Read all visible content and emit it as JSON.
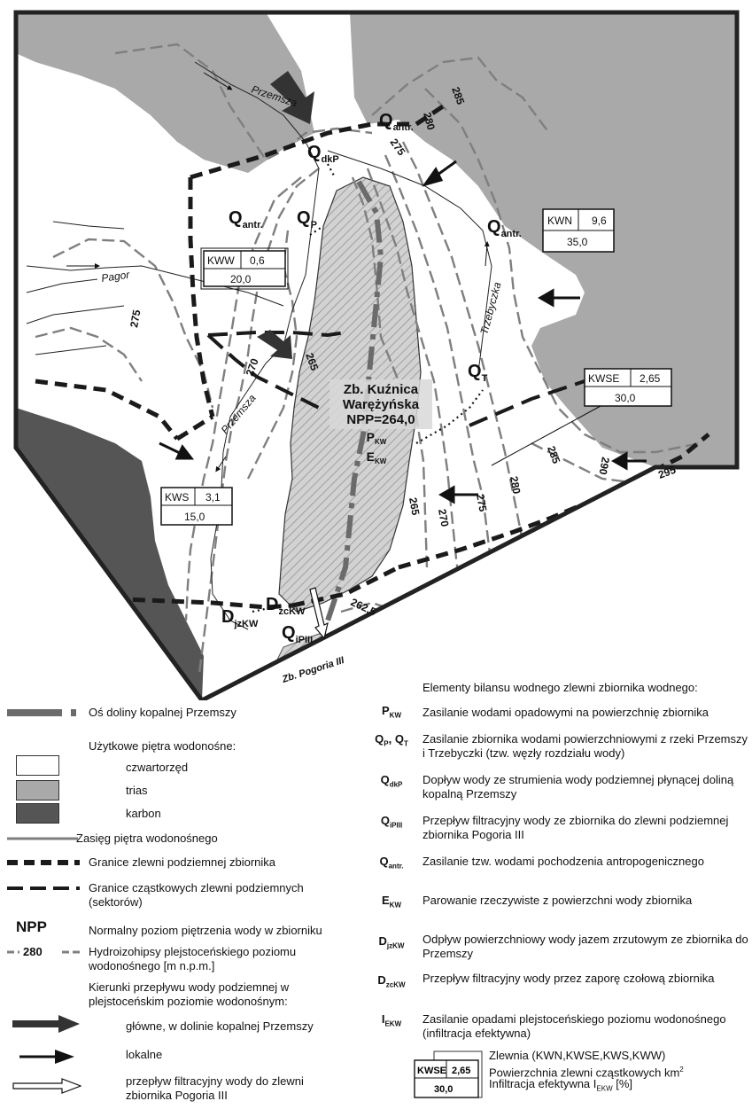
{
  "map": {
    "reservoir": {
      "name": "Zb. Kuźnica Warężyńska",
      "line1": "Zb. Kuźnica",
      "line2": "Warężyńska",
      "npp": "NPP=264,0",
      "pkw": "P",
      "pkw_sub": "KW",
      "ekw": "E",
      "ekw_sub": "KW"
    },
    "pogoria_label": "Zb. Pogoria III",
    "rivers": {
      "przemsza_top": "Przemsza",
      "przemsza_mid": "Przemsza",
      "pagor": "Pagor",
      "trzebyczka": "Trzebyczka"
    },
    "q_labels": {
      "q_antr_top": {
        "main": "Q",
        "sub": "antr."
      },
      "q_antr_left": {
        "main": "Q",
        "sub": "antr."
      },
      "q_antr_right": {
        "main": "Q",
        "sub": "antr."
      },
      "q_dkp": {
        "main": "Q",
        "sub": "dkP"
      },
      "q_p": {
        "main": "Q",
        "sub": "P"
      },
      "q_t": {
        "main": "Q",
        "sub": "T"
      },
      "d_zckw": {
        "main": "D",
        "sub": "zcKW"
      },
      "d_jzkw": {
        "main": "D",
        "sub": "jzKW"
      },
      "q_ipiii": {
        "main": "Q",
        "sub": "iPIII"
      }
    },
    "isohypses": [
      "285",
      "280",
      "275",
      "275",
      "265",
      "270",
      "275",
      "265",
      "270",
      "280",
      "285",
      "290",
      "295",
      "262,5"
    ],
    "zones": [
      {
        "code": "KWN",
        "area": "9,6",
        "infiltration": "35,0"
      },
      {
        "code": "KWW",
        "area": "0,6",
        "infiltration": "20,0"
      },
      {
        "code": "KWSE",
        "area": "2,65",
        "infiltration": "30,0"
      },
      {
        "code": "KWS",
        "area": "3,1",
        "infiltration": "15,0"
      }
    ],
    "colors": {
      "trias": "#a9a9a9",
      "karbon": "#555555",
      "contour": "#7f7f7f",
      "boundary": "#1a1a1a",
      "axis": "#6b6b6b"
    }
  },
  "legend": {
    "axis_label": "Oś doliny kopalnej Przemszy",
    "aquifers_title": "Użytkowe piętra wodonośne:",
    "czwartorzed": "czwartorzęd",
    "trias": "trias",
    "karbon": "karbon",
    "zasieg": "Zasięg piętra wodonośnego",
    "granice_zlewni": "Granice zlewni podziemnej zbiornika",
    "granice_czastkowych": "Granice cząstkowych zlewni podziemnych (sektorów)",
    "npp_code": "NPP",
    "npp_desc": "Normalny poziom piętrzenia wody w zbiorniku",
    "hydro_code": "280",
    "hydro_desc": "Hydroizohipsy plejstoceńskiego poziomu wodonośnego [m n.p.m.]",
    "flow_title": "Kierunki przepływu wody podziemnej w plejstoceńskim poziomie wodonośnym:",
    "flow_main": "główne, w dolinie kopalnej Przemszy",
    "flow_local": "lokalne",
    "flow_filtr": "przepływ filtracyjny wody do zlewni zbiornika Pogoria III",
    "balance_title": "Elementy bilansu wodnego zlewni zbiornika wodnego:",
    "balance": [
      {
        "code": "P",
        "sub": "KW",
        "desc": "Zasilanie wodami opadowymi na powierzchnię zbiornika"
      },
      {
        "code": "Q",
        "sub": "P",
        "code2": ", Q",
        "sub2": "T",
        "desc": "Zasilanie zbiornika wodami powierzchniowymi z rzeki Przemszy i Trzebyczki (tzw. węzły rozdziału wody)"
      },
      {
        "code": "Q",
        "sub": "dkP",
        "desc": "Dopływ wody ze strumienia wody podziemnej płynącej doliną kopalną Przemszy"
      },
      {
        "code": "Q",
        "sub": "iPIII",
        "desc": "Przepływ filtracyjny wody ze zbiornika do zlewni podziemnej zbiornika Pogoria III"
      },
      {
        "code": "Q",
        "sub": "antr.",
        "desc": "Zasilanie tzw. wodami pochodzenia antropogenicznego"
      },
      {
        "code": "E",
        "sub": "KW",
        "desc": "Parowanie rzeczywiste z powierzchni wody zbiornika"
      },
      {
        "code": "D",
        "sub": "jzKW",
        "desc": "Odpływ powierzchniowy wody jazem zrzutowym ze zbiornika do Przemszy"
      },
      {
        "code": "D",
        "sub": "zcKW",
        "desc": "Przepływ filtracyjny wody przez zaporę czołową zbiornika"
      },
      {
        "code": "I",
        "sub": "EKW",
        "desc": "Zasilanie opadami plejstoceńskiego poziomu wodonośnego (infiltracja efektywna)"
      }
    ],
    "key": {
      "code": "KWSE",
      "area": "2,65",
      "infiltration": "30,0",
      "line1": "Zlewnia (KWN,KWSE,KWS,KWW)",
      "line2": "Powierzchnia zlewni cząstkowych km",
      "line2_sup": "2",
      "line3": "Infiltracja efektywna I",
      "line3_sub": "EKW",
      "line3_end": " [%]"
    }
  }
}
